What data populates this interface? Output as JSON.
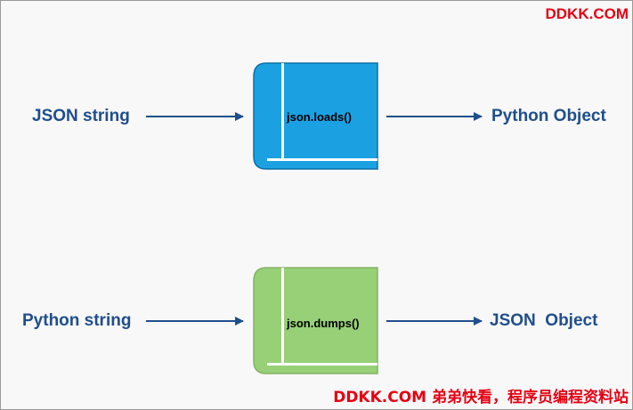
{
  "watermark_top": "DDKK.COM",
  "watermark_bottom": "DDKK.COM 弟弟快看，程序员编程资料站",
  "colors": {
    "label_text": "#1f4e8c",
    "arrow": "#1f4e8c",
    "loads_book_fill": "#1ba1e2",
    "dumps_book_fill": "#97d077",
    "watermark": "#e60012"
  },
  "row1": {
    "input_label": "JSON string",
    "function_label": "json.loads()",
    "output_label": "Python Object"
  },
  "row2": {
    "input_label": "Python string",
    "function_label": "json.dumps()",
    "output_label": "JSON  Object"
  }
}
